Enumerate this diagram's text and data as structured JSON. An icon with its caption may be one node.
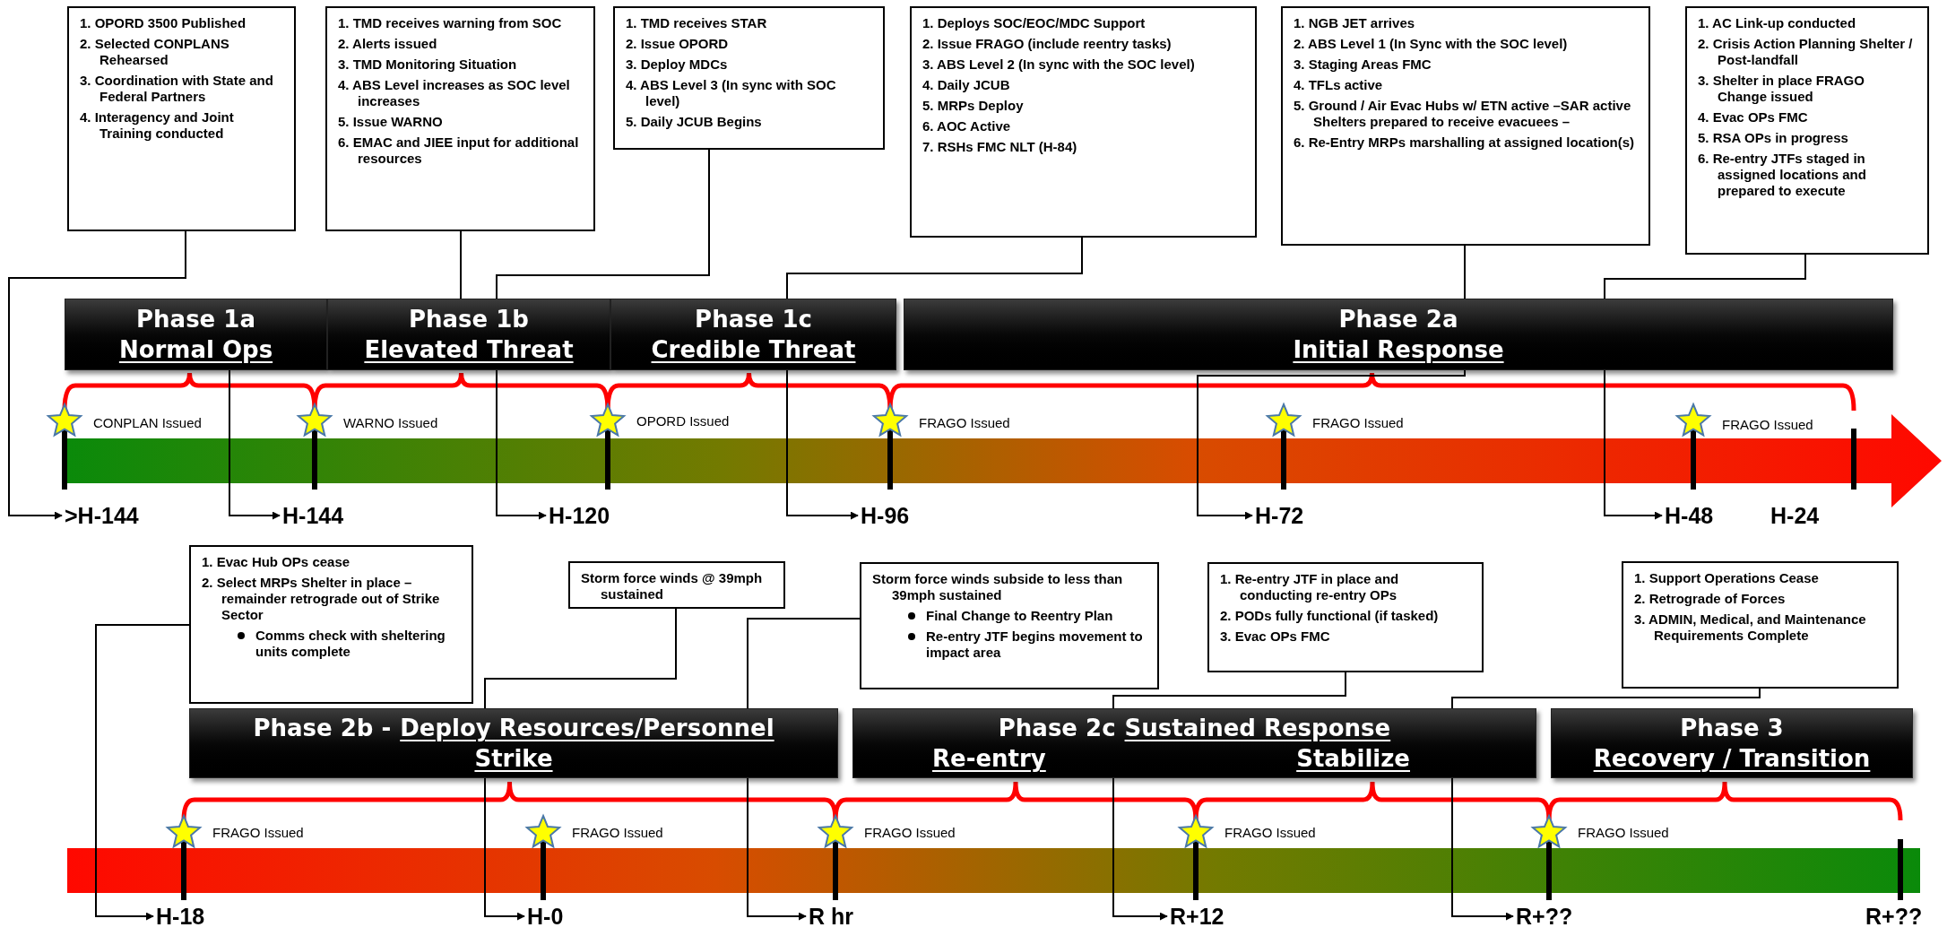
{
  "diagram": {
    "nodes": [
      {
        "text": [
          "1. OPORD 3500 Published",
          "2. Selected CONPLANS Rehearsed",
          "3. Coordination with State and Federal Partners",
          "4. Interagency and Joint Training conducted"
        ]
      },
      {
        "text": [
          "1. TMD receives warning from SOC",
          "2. Alerts issued",
          "3. TMD Monitoring Situation",
          "4. ABS Level increases as SOC level increases",
          "5. Issue WARNO",
          "6. EMAC and JIEE input for additional resources"
        ]
      },
      {
        "text": [
          "1. TMD receives STAR",
          "2. Issue OPORD",
          "3. Deploy MDCs",
          "4. ABS Level 3 (In sync with SOC level)",
          "5. Daily JCUB Begins"
        ]
      },
      {
        "text": [
          "1. Deploys SOC/EOC/MDC Support",
          "2. Issue FRAGO (include reentry tasks)",
          "3. ABS Level 2 (In sync with the SOC level)",
          "4. Daily JCUB",
          "5. MRPs Deploy",
          "6. AOC Active",
          "7. RSHs FMC NLT (H-84)"
        ]
      },
      {
        "text": [
          "1. NGB JET arrives",
          "2. ABS Level 1 (In Sync with the SOC level)",
          "3. Staging Areas FMC",
          "4. TFLs active",
          "5. Ground / Air Evac Hubs w/ ETN active –SAR active Shelters prepared to receive evacuees –",
          "6. Re-Entry MRPs marshalling at assigned location(s)"
        ]
      },
      {
        "text": [
          "1. AC Link-up conducted",
          "2. Crisis Action Planning Shelter / Post-landfall",
          "3. Shelter in place FRAGO Change issued",
          "4. Evac OPs FMC",
          "5. RSA OPs in progress",
          "6. Re-entry JTFs staged in assigned locations and prepared to execute"
        ]
      },
      {
        "text": [
          "Phase 1a",
          "Normal Ops"
        ]
      },
      {
        "text": [
          "Phase 1b",
          "Elevated Threat"
        ]
      },
      {
        "text": [
          "Phase 1c",
          "Credible Threat"
        ]
      },
      {
        "text": [
          "Phase 2a",
          "Initial Response"
        ]
      },
      {
        "text": [
          ">H-144"
        ]
      },
      {
        "text": [
          "H-144"
        ]
      },
      {
        "text": [
          "H-120"
        ]
      },
      {
        "text": [
          "H-96"
        ]
      },
      {
        "text": [
          "H-72"
        ]
      },
      {
        "text": [
          "H-48"
        ]
      },
      {
        "text": [
          "1. Evac Hub OPs cease",
          "2. Select MRPs Shelter in place – remainder retrograde out of Strike Sector",
          "Comms check with sheltering units complete"
        ]
      },
      {
        "text": [
          "Storm force winds @ 39mph sustained"
        ]
      },
      {
        "text": [
          "Storm force winds subside to less than 39mph sustained",
          "Final Change to Reentry Plan",
          "Re-entry JTF begins movement to impact area"
        ]
      },
      {
        "text": [
          "1. Re-entry JTF in place and conducting re-entry OPs",
          "2. PODs fully functional (if tasked)",
          "3. Evac OPs FMC"
        ]
      },
      {
        "text": [
          "1. Support Operations Cease",
          "2. Retrograde of Forces",
          "3. ADMIN, Medical, and Maintenance Requirements Complete"
        ]
      },
      {
        "text": [
          "Phase 2b -",
          "Deploy Resources/Personnel",
          "Strike"
        ]
      },
      {
        "text": [
          "Phase 2c",
          "Sustained Response",
          "Re-entry",
          "Stabilize"
        ]
      },
      {
        "text": [
          "Phase 3",
          "Recovery / Transition"
        ]
      },
      {
        "text": [
          "H-18"
        ]
      },
      {
        "text": [
          "H-0"
        ]
      },
      {
        "text": [
          "R hr"
        ]
      },
      {
        "text": [
          "R+12"
        ]
      },
      {
        "text": [
          "R+??"
        ]
      },
      {
        "text": [],
        "shape": "arrow"
      },
      {
        "text": [],
        "shape": "bar"
      }
    ],
    "edges": [
      {
        "from": 0,
        "to": 10,
        "arrow": "to"
      },
      {
        "from": 1,
        "to": 11,
        "arrow": "to"
      },
      {
        "from": 2,
        "to": 12,
        "arrow": "to"
      },
      {
        "from": 3,
        "to": 13,
        "arrow": "to"
      },
      {
        "from": 4,
        "to": 14,
        "arrow": "to"
      },
      {
        "from": 5,
        "to": 15,
        "arrow": "to"
      },
      {
        "from": 16,
        "to": 24,
        "arrow": "to"
      },
      {
        "from": 17,
        "to": 25,
        "arrow": "to"
      },
      {
        "from": 18,
        "to": 26,
        "arrow": "to"
      },
      {
        "from": 19,
        "to": 27,
        "arrow": "to"
      },
      {
        "from": 20,
        "to": 28,
        "arrow": "to"
      }
    ],
    "labels": [
      "CONPLAN Issued",
      "WARNO Issued",
      "OPORD Issued",
      "FRAGO Issued",
      "FRAGO Issued",
      "FRAGO Issued",
      "H-24",
      "FRAGO Issued",
      "FRAGO Issued",
      "FRAGO Issued",
      "FRAGO Issued",
      "FRAGO Issued",
      "R+??"
    ]
  }
}
